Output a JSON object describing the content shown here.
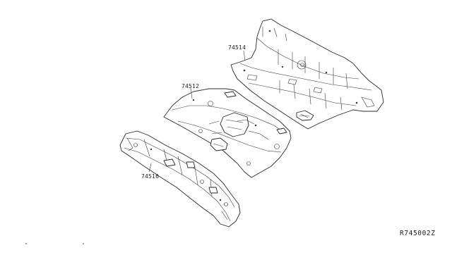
{
  "diagram": {
    "parts": [
      {
        "id": "rear_floor_panel",
        "number": "74514"
      },
      {
        "id": "rear_floor_front_panel",
        "number": "74512"
      },
      {
        "id": "rear_cross_member",
        "number": "74516"
      }
    ],
    "code": "R745002Z"
  }
}
